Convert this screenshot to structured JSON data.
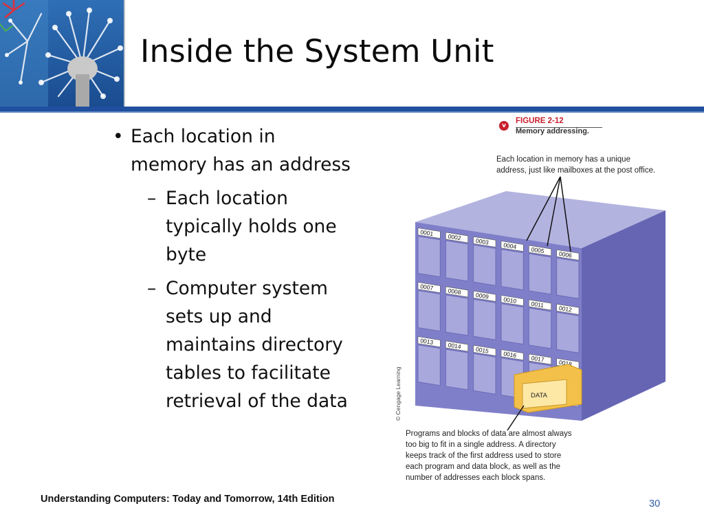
{
  "slide": {
    "title": "Inside the System Unit",
    "bullets": [
      {
        "text": "Each location in memory has an address",
        "line1": "Each location in",
        "line2": "memory has an address",
        "subs": [
          {
            "lines": [
              "Each location",
              "typically holds one",
              "byte"
            ]
          },
          {
            "lines": [
              "Computer system",
              "sets up and",
              "maintains directory",
              "tables to facilitate",
              "retrieval of the data"
            ]
          }
        ]
      }
    ],
    "bullet_mark": "•",
    "sub_mark": "–"
  },
  "figure": {
    "label": "FIGURE 2-12",
    "subtitle": "Memory addressing.",
    "caption_top": [
      "Each location in memory has a unique",
      "address, just like mailboxes at the post office."
    ],
    "caption_bottom": [
      "Programs and blocks of data are almost always",
      "too big to fit in a single address. A directory",
      "keeps track of the first address used to store",
      "each program and data block, as well as the",
      "number of addresses each block spans."
    ],
    "credit": "© Cengage Learning",
    "addresses": [
      "0001",
      "0002",
      "0003",
      "0004",
      "0005",
      "0006",
      "0007",
      "0008",
      "0009",
      "0010",
      "0011",
      "0012",
      "0013",
      "0014",
      "0015",
      "0016",
      "0017",
      "0018"
    ],
    "data_label": "DATA",
    "colors": {
      "cabinet": "#7f7fc9",
      "cabinet_side": "#6565b3",
      "cabinet_top": "#b3b3e0",
      "slot": "#a8a8dc",
      "data_box": "#f3c04a"
    }
  },
  "footer": {
    "text": "Understanding Computers: Today and Tomorrow, 14th Edition",
    "page": "30"
  },
  "colors": {
    "accent": "#1f4f9e",
    "page_number": "#2e5ba8",
    "figure_red": "#c8202e"
  }
}
